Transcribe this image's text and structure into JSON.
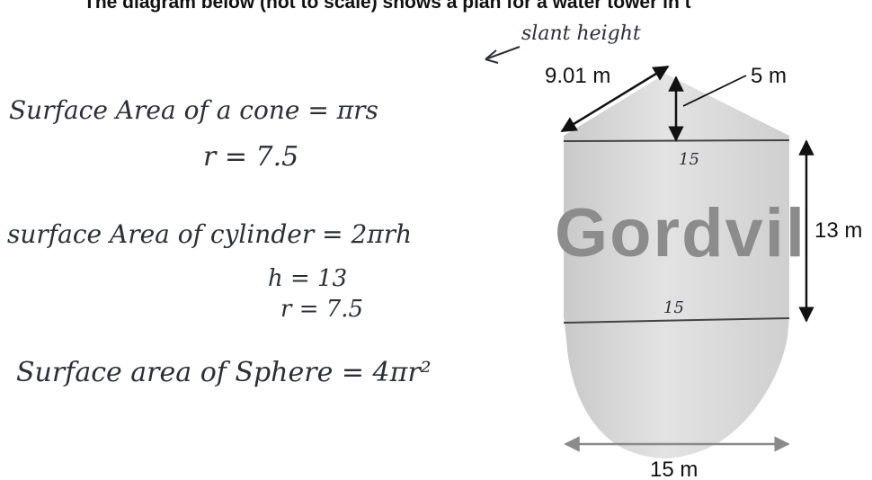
{
  "header": {
    "text": "The diagram below (not to scale) shows a plan for a water tower in t"
  },
  "tower_label": "Gordvil",
  "dimensions": {
    "slant": "9.01 m",
    "cone_height": "5 m",
    "cylinder_height": "13 m",
    "width": "15 m"
  },
  "notes": {
    "slant_height": "slant height",
    "cone_formula": "Surface Area of a cone = πrs",
    "cone_r": "r = 7.5",
    "cyl_formula": "surface Area of cylinder = 2πrh",
    "cyl_h": "h = 13",
    "cyl_r": "r = 7.5",
    "sphere_formula": "Surface area of Sphere = 4πr²",
    "mark_top": "15",
    "mark_bottom": "15"
  },
  "colors": {
    "tower_fill": "#d6d6d6",
    "arrow_gray": "#8a8a8a",
    "ink": "#2a2f38"
  }
}
